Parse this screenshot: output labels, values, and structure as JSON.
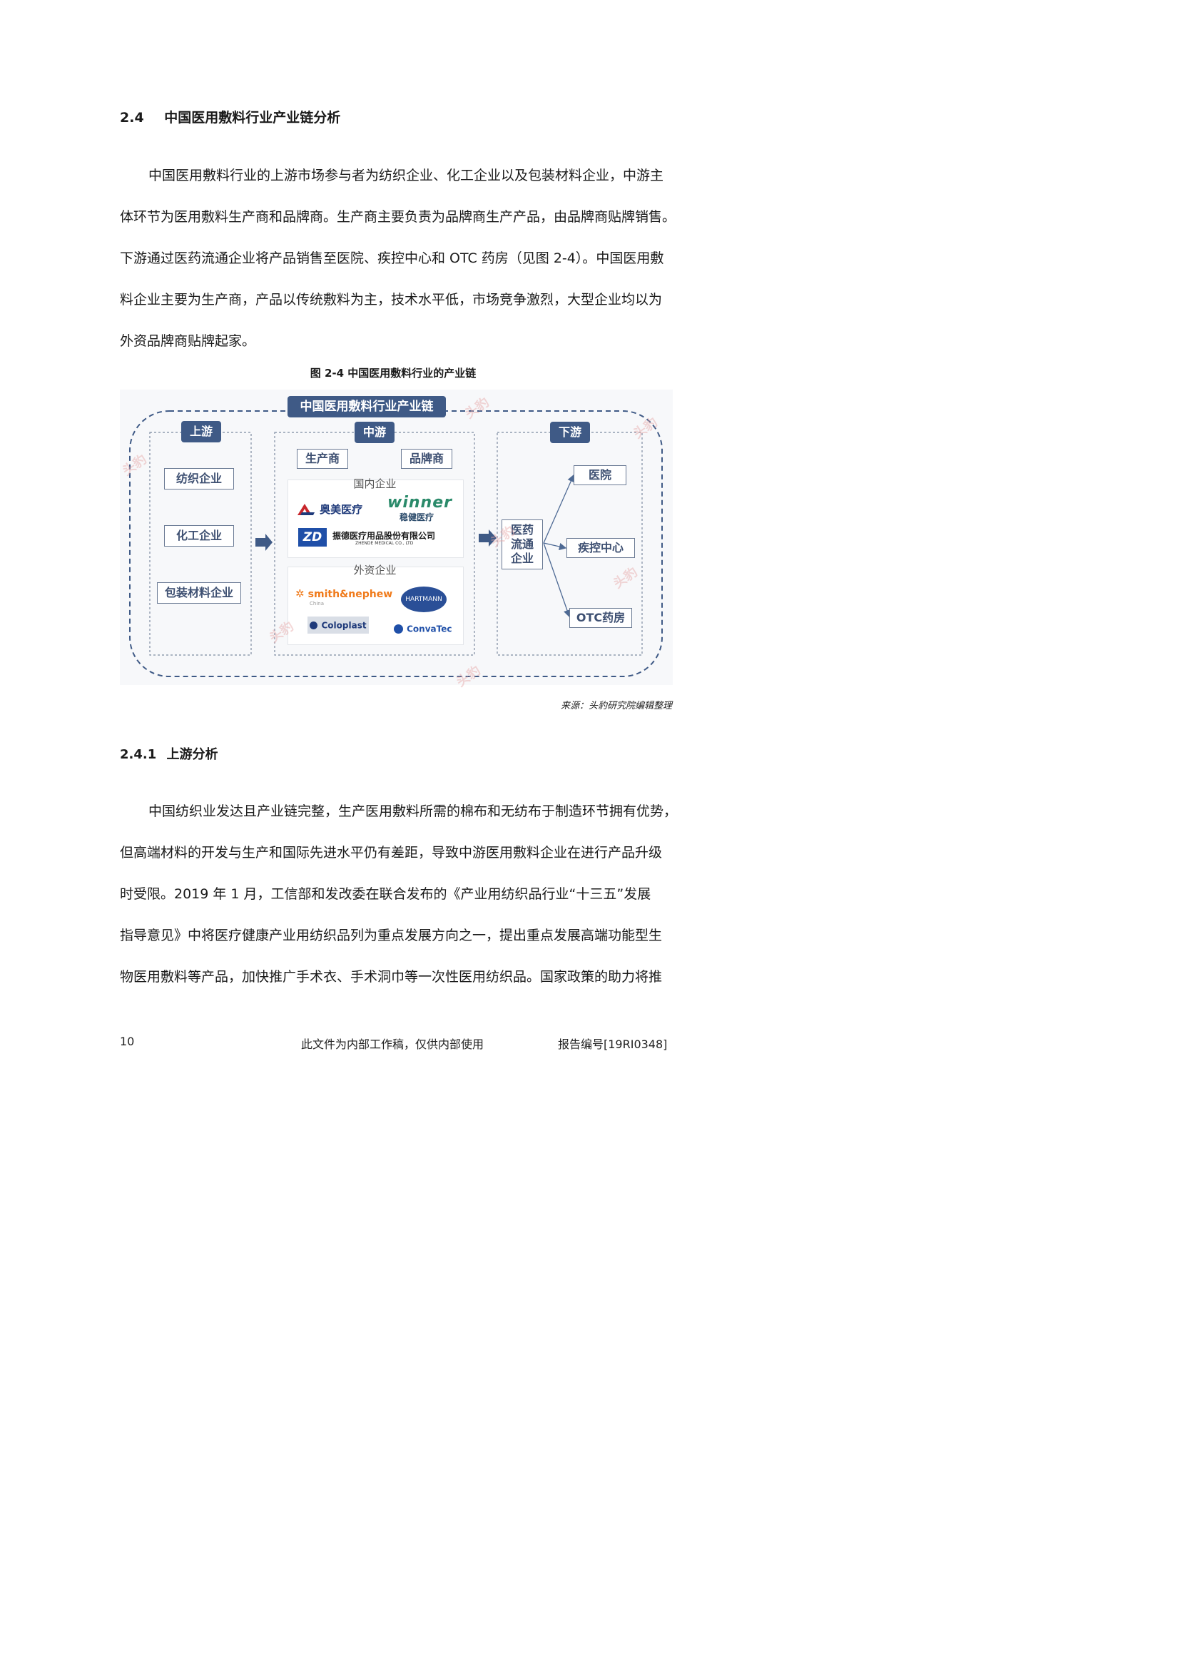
{
  "section_heading": {
    "number": "2.4",
    "title": "中国医用敷料行业产业链分析"
  },
  "paragraph1": [
    "中国医用敷料行业的上游市场参与者为纺织企业、化工企业以及包装材料企业，中游主",
    "体环节为医用敷料生产商和品牌商。生产商主要负责为品牌商生产产品，由品牌商贴牌销售。",
    "下游通过医药流通企业将产品销售至医院、疾控中心和 OTC 药房（见图 2-4）。中国医用敷",
    "料企业主要为生产商，产品以传统敷料为主，技术水平低，市场竞争激烈，大型企业均以为",
    "外资品牌商贴牌起家。"
  ],
  "figure": {
    "caption": "图 2-4  中国医用敷料行业的产业链",
    "title": "中国医用敷料行业产业链",
    "upstream": {
      "label": "上游",
      "items": [
        "纺织企业",
        "化工企业",
        "包装材料企业"
      ]
    },
    "midstream": {
      "label": "中游",
      "roles": [
        "生产商",
        "品牌商"
      ],
      "domestic_label": "国内企业",
      "domestic_logos": [
        "奥美医疗",
        "winner",
        "稳健医疗",
        "振德医疗用品股份有限公司",
        "ZHENDE MEDICAL CO., LTD"
      ],
      "foreign_label": "外资企业",
      "foreign_logos": [
        "smith&nephew",
        "China",
        "HARTMANN",
        "Coloplast",
        "ConvaTec"
      ]
    },
    "distributor": "医药流通企业",
    "downstream": {
      "label": "下游",
      "items": [
        "医院",
        "疾控中心",
        "OTC药房"
      ]
    },
    "watermark": "头豹",
    "source": "来源：头豹研究院编辑整理"
  },
  "subsection_heading": {
    "number": "2.4.1",
    "title": "上游分析"
  },
  "paragraph2": [
    "中国纺织业发达且产业链完整，生产医用敷料所需的棉布和无纺布于制造环节拥有优势，",
    "但高端材料的开发与生产和国际先进水平仍有差距，导致中游医用敷料企业在进行产品升级",
    "时受限。2019 年 1 月，工信部和发改委在联合发布的《产业用纺织品行业“十三五”发展",
    "指导意见》中将医疗健康产业用纺织品列为重点发展方向之一，提出重点发展高端功能型生",
    "物医用敷料等产品，加快推广手术衣、手术洞巾等一次性医用纺织品。国家政策的助力将推"
  ],
  "footer": {
    "page": "10",
    "notice": "此文件为内部工作稿，仅供内部使用",
    "report_no": "报告编号[19RI0348]"
  },
  "colors": {
    "frame_blue": "#3f5a86",
    "box_border": "#6a7a94",
    "watermark": "#e7a7a7"
  }
}
